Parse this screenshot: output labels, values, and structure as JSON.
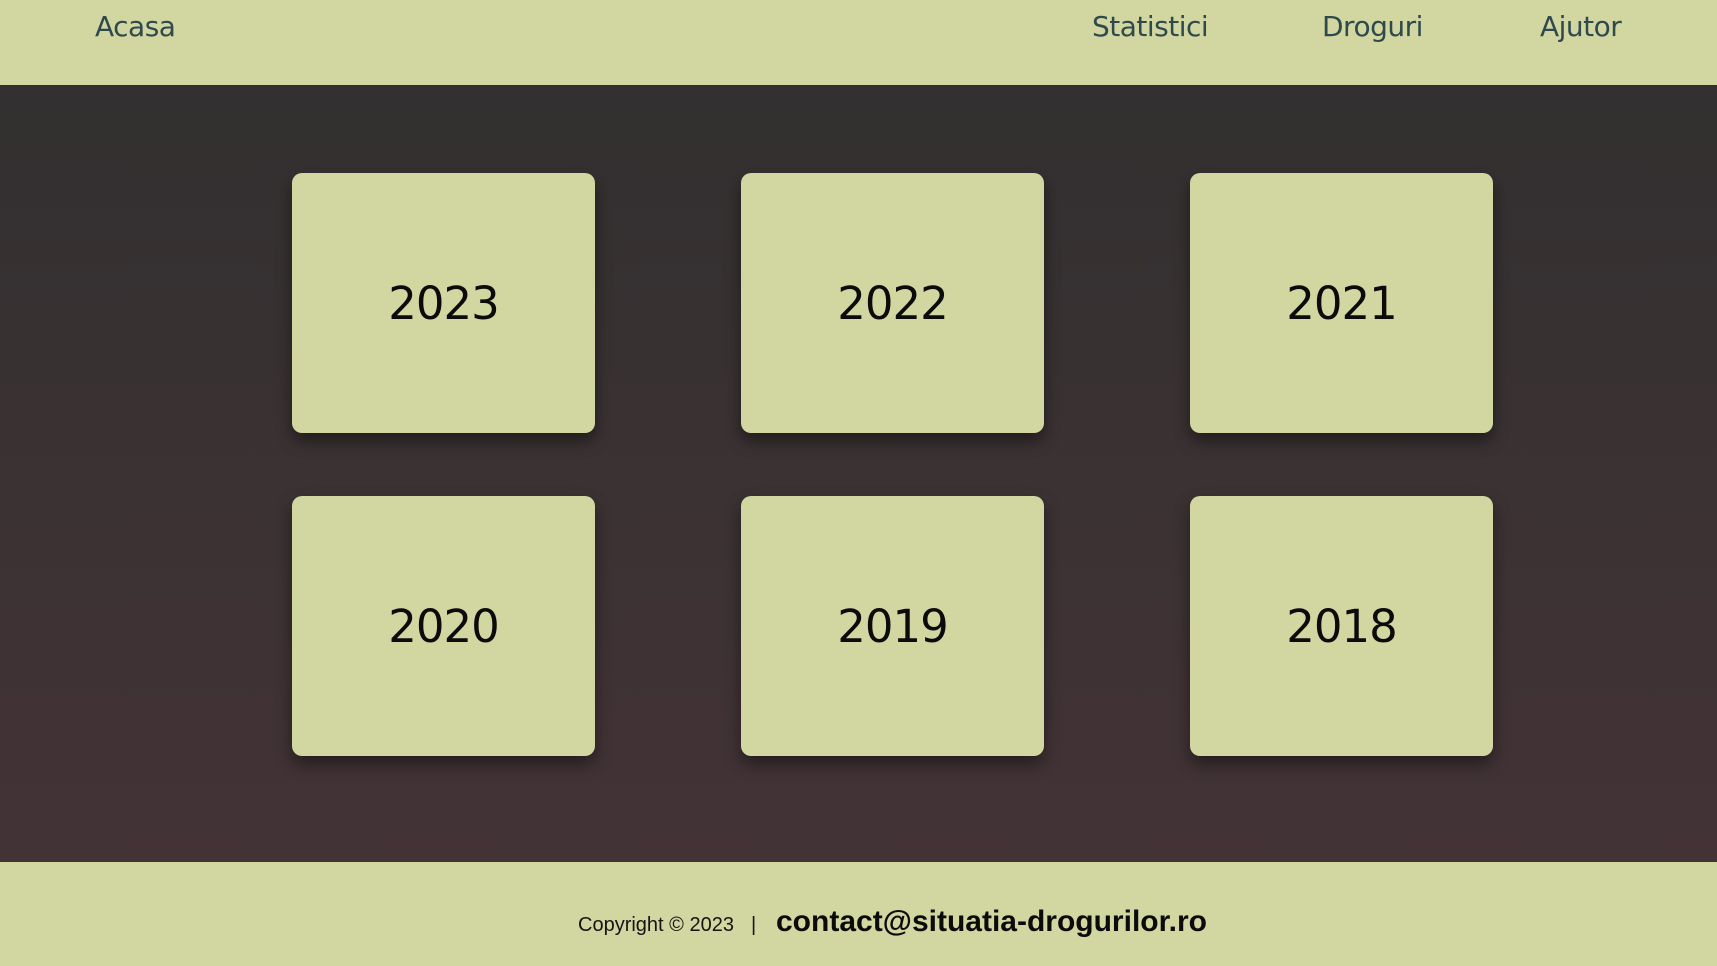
{
  "nav": {
    "home": "Acasa",
    "stats": "Statistici",
    "drugs": "Droguri",
    "help": "Ajutor"
  },
  "years": [
    "2023",
    "2022",
    "2021",
    "2020",
    "2019",
    "2018"
  ],
  "footer": {
    "copyright": "Copyright © 2023",
    "separator": "|",
    "email": "contact@situatia-drogurilor.ro"
  },
  "colors": {
    "accent": "#d2d6a0",
    "nav_text": "#2f4a4c",
    "background_top": "#323030",
    "background_bottom": "#433336"
  }
}
